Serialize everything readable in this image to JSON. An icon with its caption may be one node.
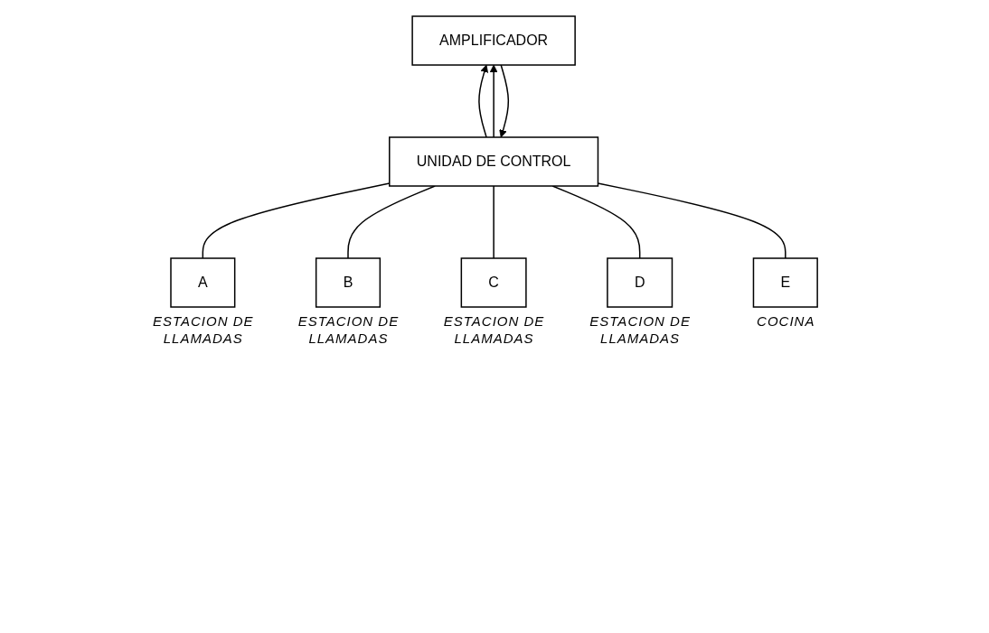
{
  "diagram": {
    "nodes": [
      {
        "text": [
          "A"
        ],
        "beside": [
          "ESTACION DE LLAMADAS"
        ]
      },
      {
        "text": [
          "B"
        ],
        "beside": [
          "ESTACION DE LLAMADAS"
        ]
      },
      {
        "text": [
          "UNIDAD DE CONTROL"
        ]
      },
      {
        "text": [
          "C"
        ],
        "beside": [
          "ESTACION DE LLAMADAS"
        ]
      },
      {
        "text": [
          "AMPLIFICADOR"
        ]
      },
      {
        "text": [
          "D"
        ],
        "beside": [
          "ESTACION DE LLAMADAS"
        ]
      },
      {
        "text": [
          "E"
        ],
        "beside": [
          "COCINA"
        ]
      }
    ],
    "edges": [
      {
        "from": 0,
        "to": 2,
        "arrow": "none"
      },
      {
        "from": 1,
        "to": 2,
        "arrow": "none"
      },
      {
        "from": 3,
        "to": 2,
        "arrow": "none"
      },
      {
        "from": 5,
        "to": 2,
        "arrow": "none"
      },
      {
        "from": 6,
        "to": 2,
        "arrow": "none"
      },
      {
        "from": 2,
        "to": 4,
        "arrow": "to"
      },
      {
        "from": 2,
        "to": 4,
        "arrow": "to"
      },
      {
        "from": 4,
        "to": 2,
        "arrow": "to"
      }
    ]
  }
}
